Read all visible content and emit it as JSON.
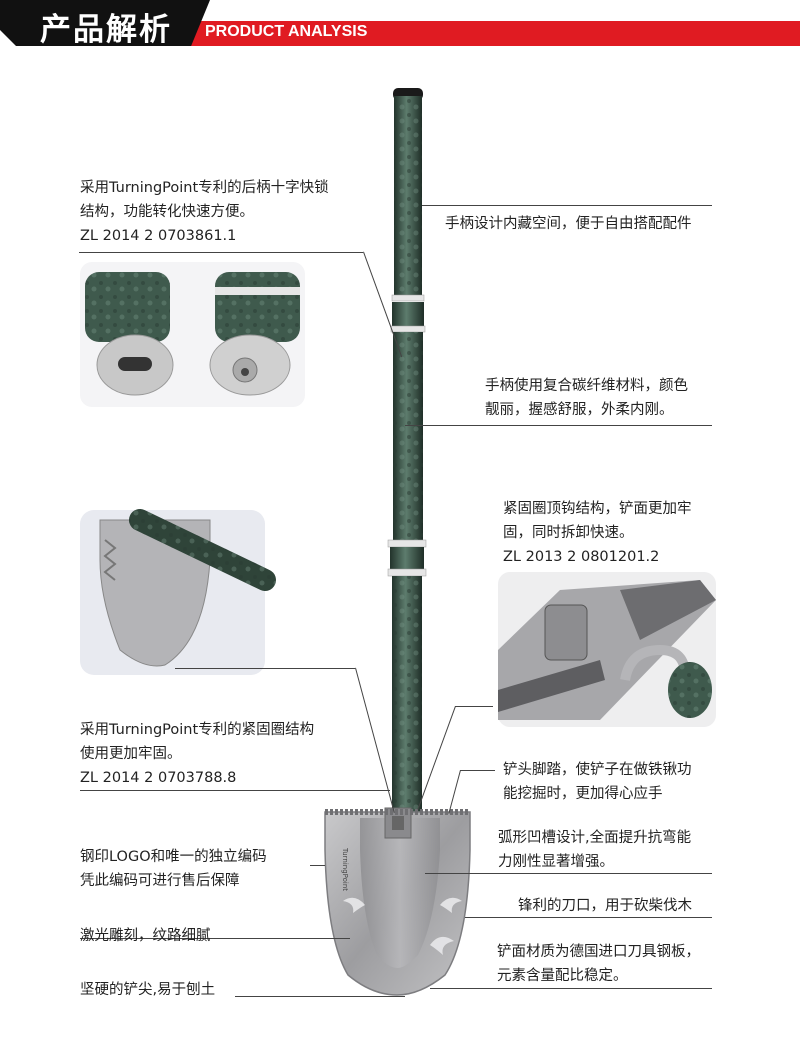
{
  "header": {
    "title_cn": "产品解析",
    "title_en": "PRODUCT ANALYSIS"
  },
  "notes": {
    "n1": [
      "采用TurningPoint专利的后柄十字快锁",
      "结构，功能转化快速方便。",
      "ZL 2014 2 0703861.1"
    ],
    "n2": [
      "手柄设计内藏空间，便于自由搭配配件"
    ],
    "n3": [
      "手柄使用复合碳纤维材料，颜色",
      "靓丽，握感舒服，外柔内刚。"
    ],
    "n4": [
      "紧固圈顶钩结构，铲面更加牢",
      "固，同时拆卸快速。",
      "ZL 2013 2 0801201.2"
    ],
    "n5": [
      "采用TurningPoint专利的紧固圈结构",
      "使用更加牢固。",
      "ZL 2014 2 0703788.8"
    ],
    "n6": [
      "铲头脚踏，使铲子在做铁锹功",
      "能挖掘时，更加得心应手"
    ],
    "n7": [
      "钢印LOGO和唯一的独立编码",
      "凭此编码可进行售后保障"
    ],
    "n8": [
      "弧形凹槽设计,全面提升抗弯能",
      "力刚性显著增强。"
    ],
    "n9": [
      "锋利的刀口，用于砍柴伐木"
    ],
    "n10": [
      "激光雕刻，纹路细腻"
    ],
    "n11": [
      "铲面材质为德国进口刀具钢板，",
      "元素含量配比稳定。"
    ],
    "n12": [
      "坚硬的铲尖,易于刨土"
    ]
  },
  "colors": {
    "brand_red": "#e01b22",
    "handle_green": "#3f5a4d",
    "blade_steel": "#a9a9ab"
  }
}
